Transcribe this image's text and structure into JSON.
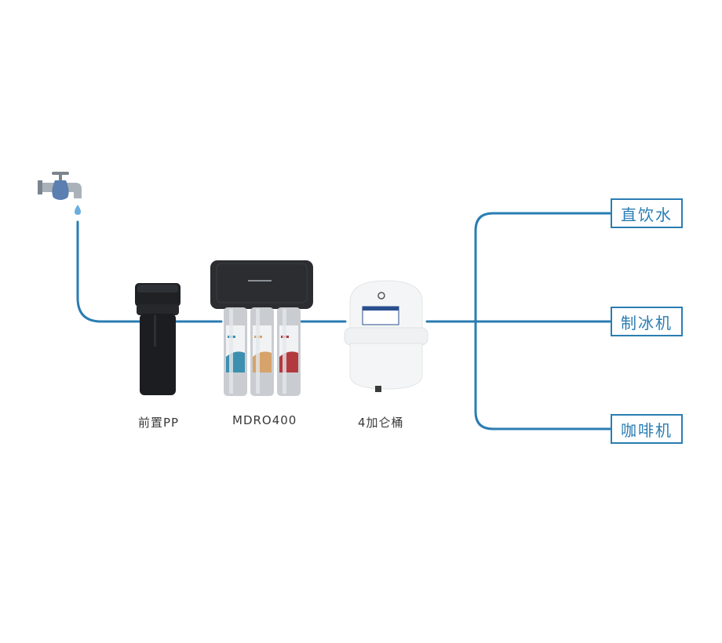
{
  "diagram": {
    "title": "",
    "colors": {
      "pipe": "#2a7db3",
      "outlet_border": "#2a7db3",
      "outlet_text": "#2a7db3",
      "label_text": "#3a3a3a",
      "faucet_gray": "#9aa3ab",
      "faucet_blue": "#5a7fb0",
      "water_drop": "#6aaee0"
    },
    "source": {
      "icon": "faucet-icon",
      "drop_icon": "water-drop-icon"
    },
    "components": [
      {
        "id": "pre-pp",
        "label": "前置PP",
        "icon": "pp-filter-housing"
      },
      {
        "id": "mdro400",
        "label": "MDRO400",
        "icon": "ro-purifier-three-cartridges",
        "cartridge_colors": [
          "#3d8fb0",
          "#d6a36a",
          "#b23a3f"
        ]
      },
      {
        "id": "tank",
        "label": "4加仑桶",
        "icon": "pressure-tank"
      }
    ],
    "outlets": [
      {
        "id": "direct-drinking",
        "label": "直饮水"
      },
      {
        "id": "ice-maker",
        "label": "制冰机"
      },
      {
        "id": "coffee-machine",
        "label": "咖啡机"
      }
    ],
    "connections": [
      [
        "faucet",
        "pre-pp"
      ],
      [
        "pre-pp",
        "mdro400"
      ],
      [
        "mdro400",
        "tank"
      ],
      [
        "tank",
        "direct-drinking"
      ],
      [
        "tank",
        "ice-maker"
      ],
      [
        "tank",
        "coffee-machine"
      ]
    ]
  }
}
